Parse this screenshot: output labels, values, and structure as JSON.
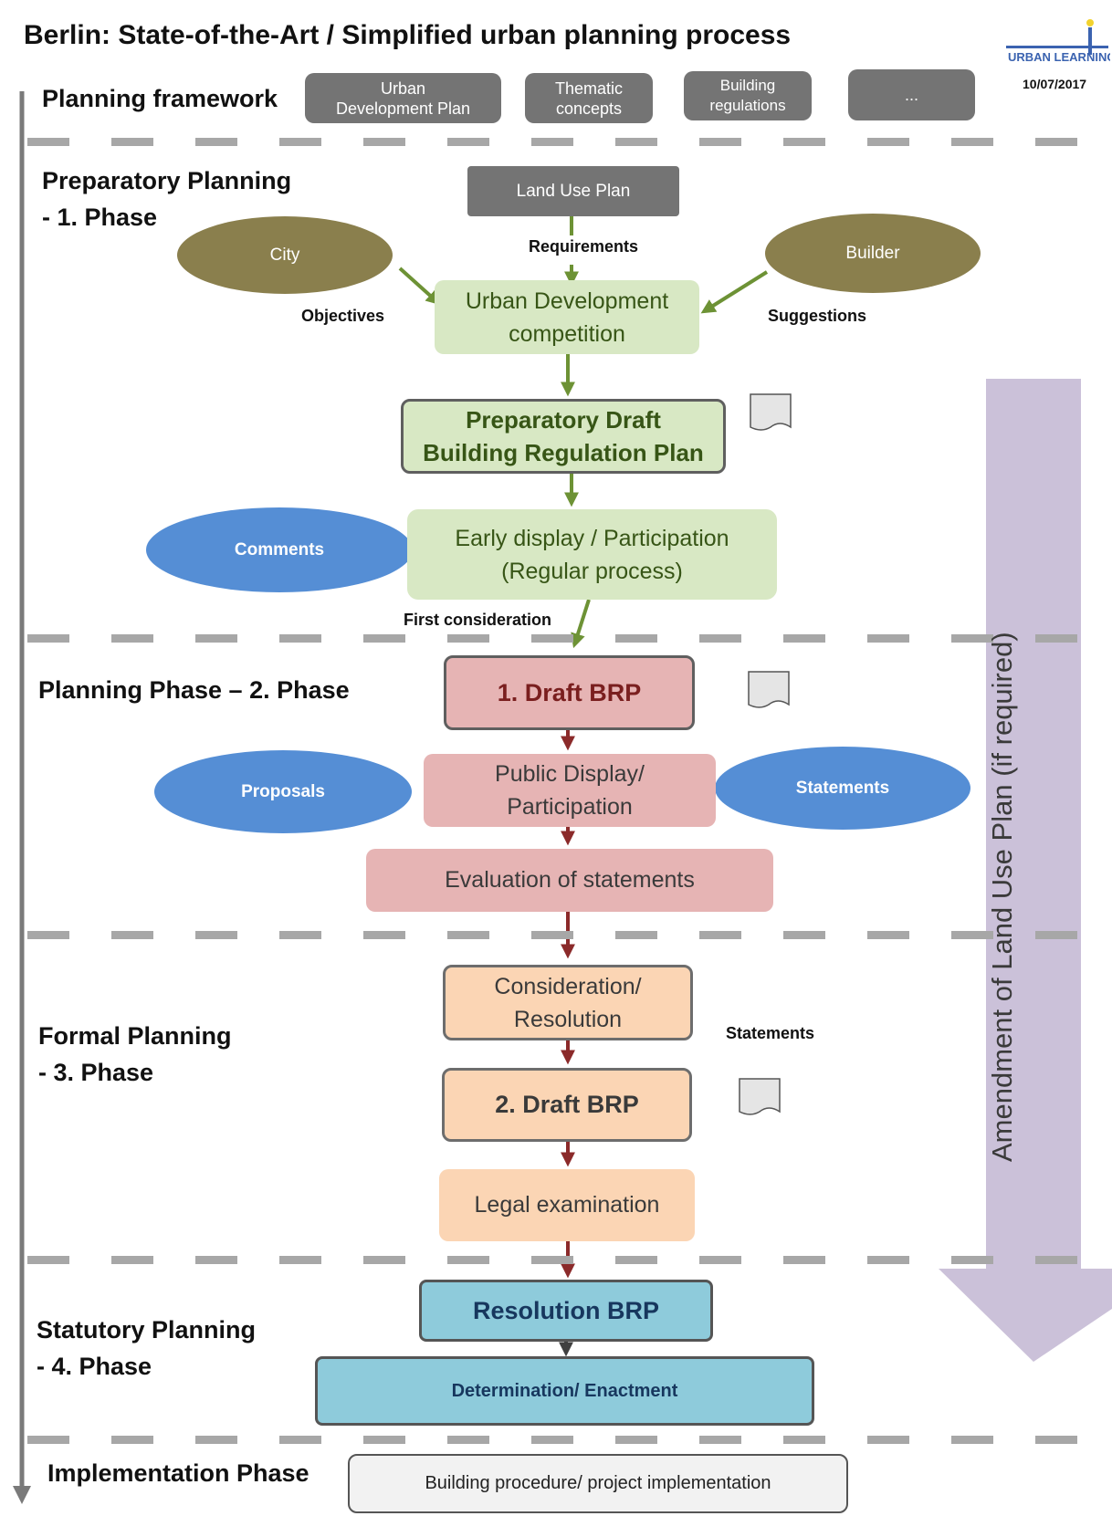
{
  "title": "Berlin: State-of-the-Art / Simplified urban planning process",
  "date": "10/07/2017",
  "logo": {
    "name": "urban-learning-logo",
    "text": "URBAN LEARNING"
  },
  "sections": {
    "framework": "Planning framework",
    "preparatory": [
      "Preparatory Planning",
      "- 1. Phase"
    ],
    "planning": "Planning Phase – 2. Phase",
    "formal": [
      "Formal Planning",
      "- 3. Phase"
    ],
    "statutory": [
      "Statutory Planning",
      "- 4. Phase"
    ],
    "implementation": "Implementation Phase"
  },
  "framework_boxes": [
    [
      "Urban",
      "Development Plan"
    ],
    [
      "Thematic",
      "concepts"
    ],
    [
      "Building",
      "regulations"
    ],
    [
      "..."
    ]
  ],
  "nodes": {
    "land_use_plan": "Land Use Plan",
    "requirements": "Requirements",
    "city": "City",
    "builder": "Builder",
    "objectives": "Objectives",
    "suggestions": "Suggestions",
    "competition": [
      "Urban Development",
      "competition"
    ],
    "prep_draft": [
      "Preparatory Draft",
      "Building Regulation Plan"
    ],
    "early_display": [
      "Early display / Participation",
      "(Regular process)"
    ],
    "comments": "Comments",
    "first_consideration": "First consideration",
    "draft1": "1. Draft BRP",
    "public_display": [
      "Public Display/",
      "Participation"
    ],
    "proposals": "Proposals",
    "statements_ellipse": "Statements",
    "evaluation": "Evaluation of statements",
    "consideration": [
      "Consideration/",
      "Resolution"
    ],
    "statements_label": "Statements",
    "draft2": "2. Draft BRP",
    "legal": "Legal examination",
    "resolution": "Resolution BRP",
    "determination": "Determination/ Enactment",
    "building_procedure": "Building procedure/ project implementation"
  },
  "amendment": "Amendment of Land Use Plan (if required)",
  "colors": {
    "green_fill": "#d8e8c4",
    "green_arrow": "#6d9235",
    "green_text": "#375516",
    "red_fill": "#e6b4b4",
    "red_arrow": "#8b2a2a",
    "peach_fill": "#fbd5b4",
    "blue_fill": "#8ecbdb",
    "blue_text": "#17375e",
    "olive": "#8a7f4d",
    "ellipse_blue": "#558ed5",
    "framework_gray": "#747474",
    "amendment_purple": "#cbc1d9"
  }
}
